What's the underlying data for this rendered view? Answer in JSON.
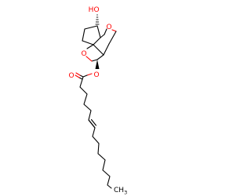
{
  "molecule": {
    "atom_labels": {
      "hydroxyl_oxygen": "O",
      "hydroxyl_hydrogen": "H",
      "upper_ring_oxygen": "O",
      "lower_ring_oxygen": "O",
      "ester_oxygen": "O",
      "carbonyl_oxygen": "O",
      "terminal_methyl": "CH",
      "terminal_methyl_subscript": "3"
    },
    "colors": {
      "bond": "#000000",
      "oxygen": "#ff0000",
      "background": "#ffffff"
    }
  }
}
